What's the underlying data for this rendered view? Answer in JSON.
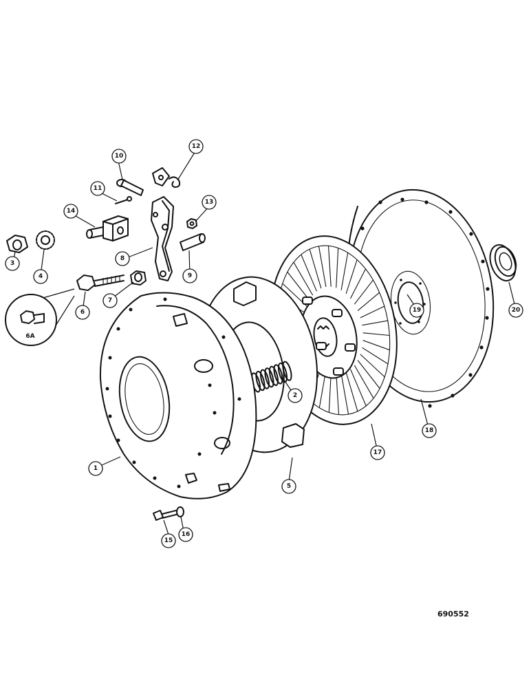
{
  "figure_number": "690552",
  "callouts": [
    {
      "id": "1",
      "label": "1"
    },
    {
      "id": "2",
      "label": "2"
    },
    {
      "id": "3",
      "label": "3"
    },
    {
      "id": "4",
      "label": "4"
    },
    {
      "id": "5",
      "label": "5"
    },
    {
      "id": "6",
      "label": "6"
    },
    {
      "id": "6A",
      "label": "6A"
    },
    {
      "id": "7",
      "label": "7"
    },
    {
      "id": "8",
      "label": "8"
    },
    {
      "id": "9",
      "label": "9"
    },
    {
      "id": "10",
      "label": "10"
    },
    {
      "id": "11",
      "label": "11"
    },
    {
      "id": "12",
      "label": "12"
    },
    {
      "id": "13",
      "label": "13"
    },
    {
      "id": "14",
      "label": "14"
    },
    {
      "id": "15",
      "label": "15"
    },
    {
      "id": "16",
      "label": "16"
    },
    {
      "id": "17",
      "label": "17"
    },
    {
      "id": "18",
      "label": "18"
    },
    {
      "id": "19",
      "label": "19"
    },
    {
      "id": "20",
      "label": "20"
    }
  ]
}
